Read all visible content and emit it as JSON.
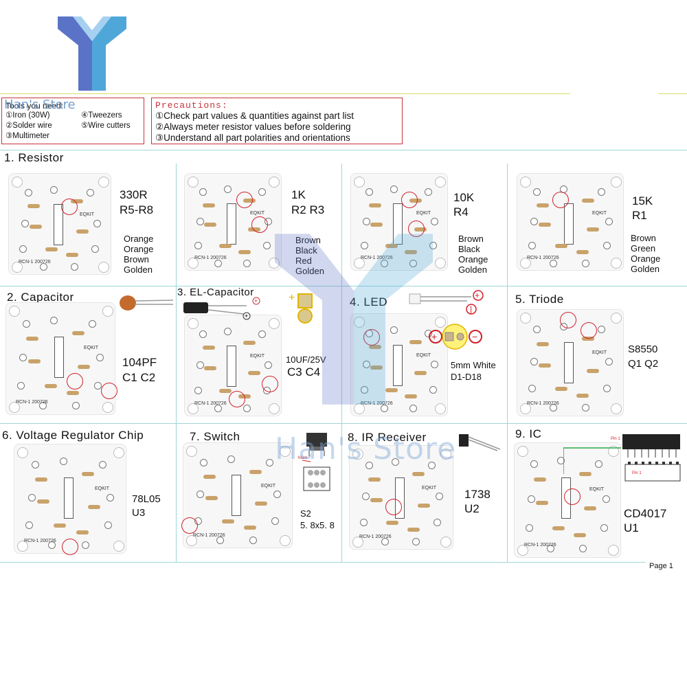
{
  "watermark": {
    "text": "Han's Store",
    "logo": "store-logo"
  },
  "tools": {
    "title": "Tools you need:",
    "items": [
      "①Iron (30W)",
      "④Tweezers",
      "②Solder wire",
      "⑤Wire cutters",
      "③Multimeter"
    ]
  },
  "precautions": {
    "title": "Precautions:",
    "items": [
      "①Check part values & quantities against part list",
      "②Always meter resistor values before soldering",
      "③Understand all part polarities and orientations"
    ]
  },
  "sections": {
    "resistor": {
      "title": "1. Resistor"
    },
    "capacitor": {
      "title": "2. Capacitor",
      "value": "104PF",
      "ref": "C1  C2"
    },
    "el_capacitor": {
      "title": "3. EL-Capacitor",
      "value": "10UF/25V",
      "ref": "C3  C4"
    },
    "led": {
      "title": "4. LED",
      "value": "5mm  White",
      "ref": "D1-D18"
    },
    "triode": {
      "title": "5. Triode",
      "value": "S8550",
      "ref": "Q1   Q2"
    },
    "regulator": {
      "title": "6. Voltage Regulator Chip",
      "value": "78L05",
      "ref": "U3"
    },
    "switch": {
      "title": "7. Switch",
      "ref": "S2",
      "size": "5. 8x5. 8",
      "mark": "Mark"
    },
    "ir": {
      "title": "8. IR Receiver",
      "value": "1738",
      "ref": "U2"
    },
    "ic": {
      "title": "9. IC",
      "value": "CD4017",
      "ref": "U1",
      "pin": "Pin 1"
    }
  },
  "resistors": [
    {
      "value": "330R",
      "ref": "R5-R8",
      "colors": [
        "Orange",
        "Orange",
        "Brown",
        "Golden"
      ]
    },
    {
      "value": "1K",
      "ref": "R2 R3",
      "colors": [
        "Brown",
        "Black",
        "Red",
        "Golden"
      ]
    },
    {
      "value": "10K",
      "ref": "R4",
      "colors": [
        "Brown",
        "Black",
        "Orange",
        "Golden"
      ]
    },
    {
      "value": "15K",
      "ref": "R1",
      "colors": [
        "Brown",
        "Green",
        "Orange",
        "Golden"
      ]
    }
  ],
  "board": {
    "name": "RCN-1",
    "date": "200726",
    "brand": "EQKIT"
  },
  "page": "Page  1",
  "colors": {
    "accent_red": "#c8323c",
    "grid": "#9fd6d6",
    "rule": "#d8df6a"
  }
}
